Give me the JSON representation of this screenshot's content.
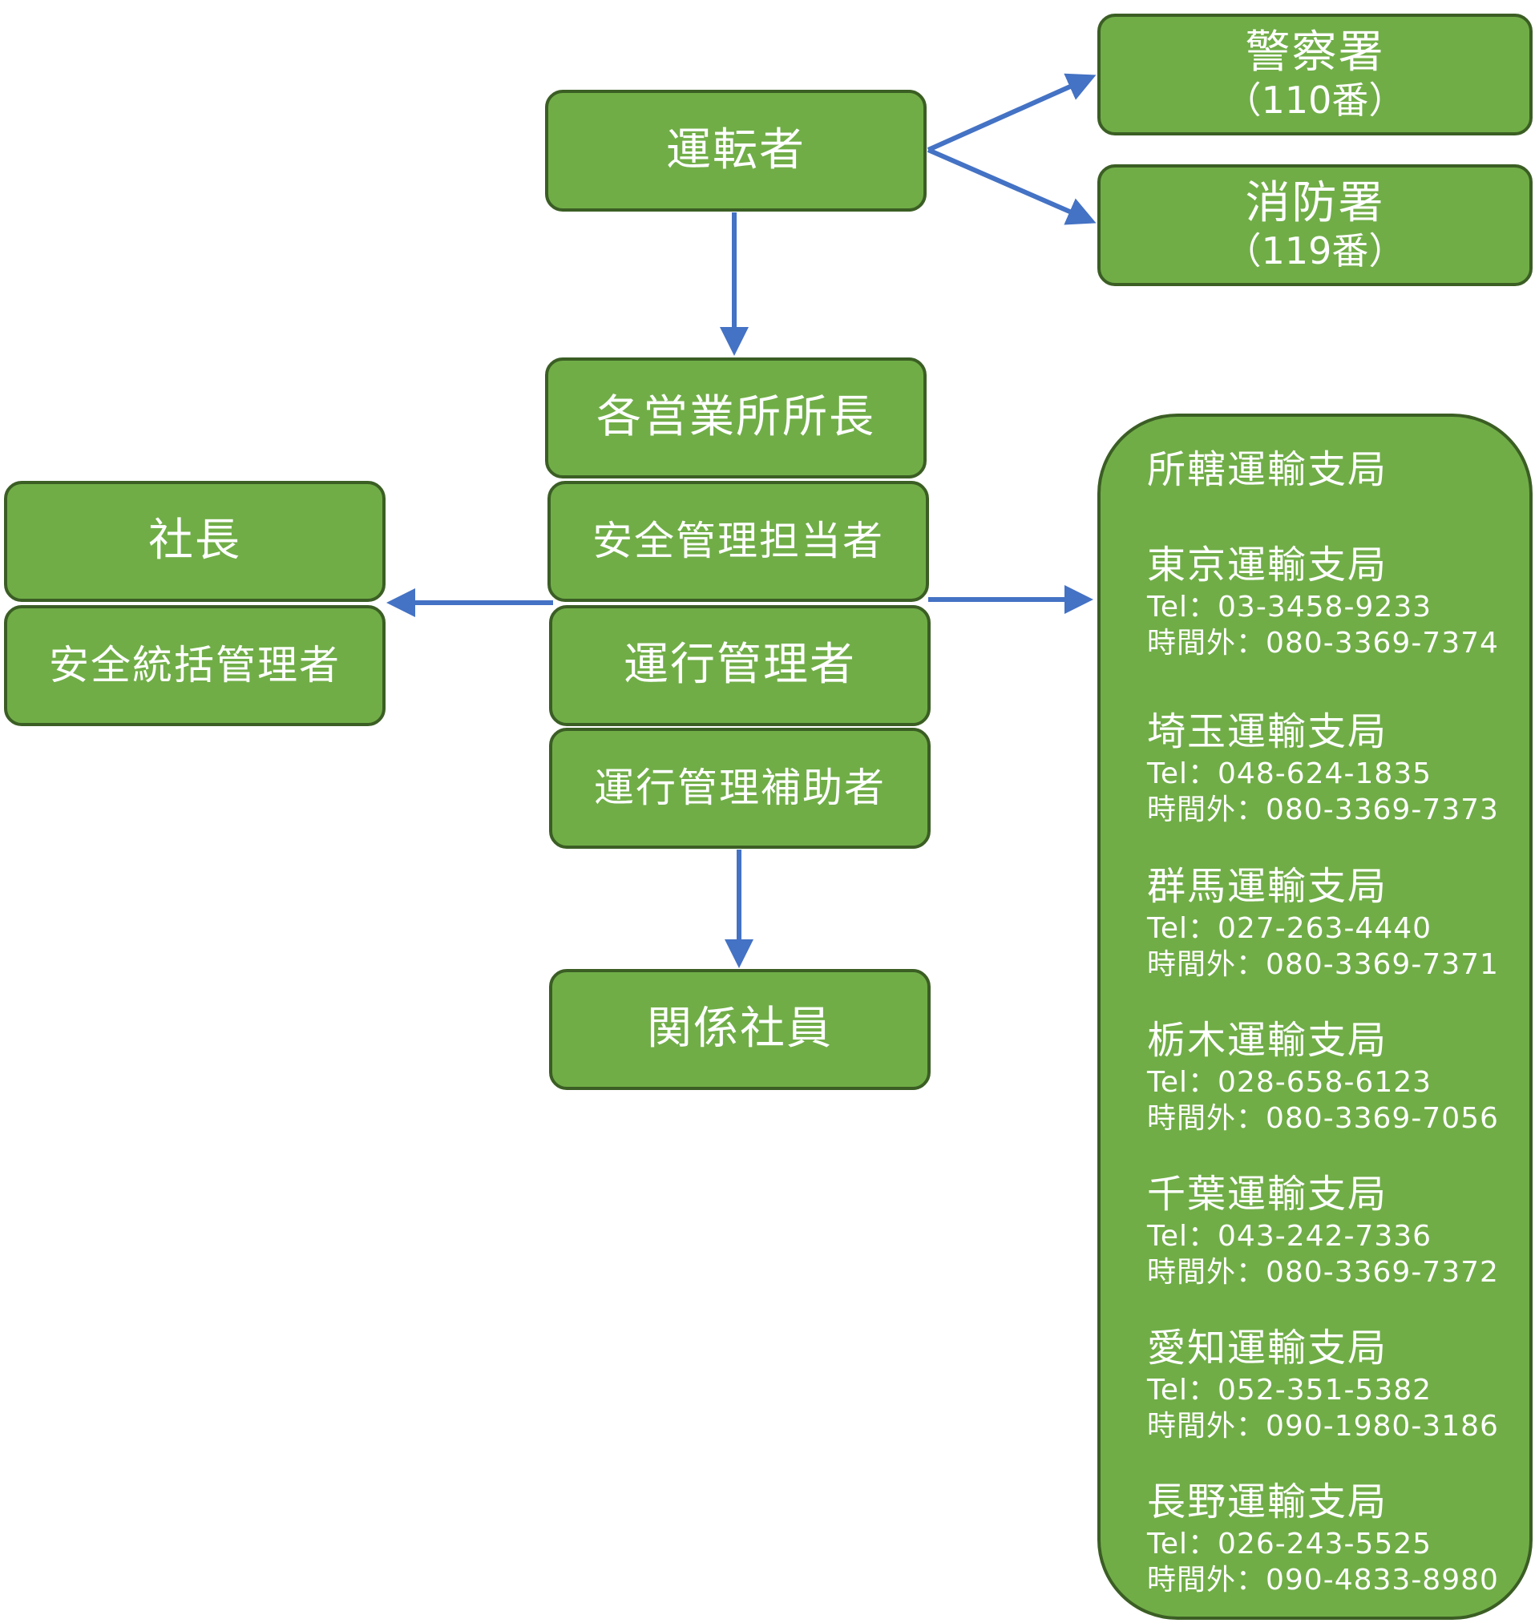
{
  "colors": {
    "box_fill": "#70ad47",
    "box_border": "#3b5e24",
    "arrow": "#4472c4",
    "text": "#ffffff"
  },
  "nodes": {
    "driver": "運転者",
    "police": {
      "name": "警察署",
      "number": "（110番）"
    },
    "fire": {
      "name": "消防署",
      "number": "（119番）"
    },
    "branch_manager": "各営業所所長",
    "safety_officer": "安全管理担当者",
    "operation_manager": "運行管理者",
    "operation_assistant": "運行管理補助者",
    "staff": "関係社員",
    "president": "社長",
    "safety_general_manager": "安全統括管理者"
  },
  "bureau": {
    "title": "所轄運輸支局",
    "offices": [
      {
        "name": "東京運輸支局",
        "tel": "Tel：03-3458-9233",
        "after_hours": "時間外：080-3369-7374"
      },
      {
        "name": "埼玉運輸支局",
        "tel": "Tel：048-624-1835",
        "after_hours": "時間外：080-3369-7373"
      },
      {
        "name": "群馬運輸支局",
        "tel": "Tel：027-263-4440",
        "after_hours": "時間外：080-3369-7371"
      },
      {
        "name": "栃木運輸支局",
        "tel": "Tel：028-658-6123",
        "after_hours": "時間外：080-3369-7056"
      },
      {
        "name": "千葉運輸支局",
        "tel": "Tel：043-242-7336",
        "after_hours": "時間外：080-3369-7372"
      },
      {
        "name": "愛知運輸支局",
        "tel": "Tel：052-351-5382",
        "after_hours": "時間外：090-1980-3186"
      },
      {
        "name": "長野運輸支局",
        "tel": "Tel：026-243-5525",
        "after_hours": "時間外：090-4833-8980"
      }
    ]
  }
}
